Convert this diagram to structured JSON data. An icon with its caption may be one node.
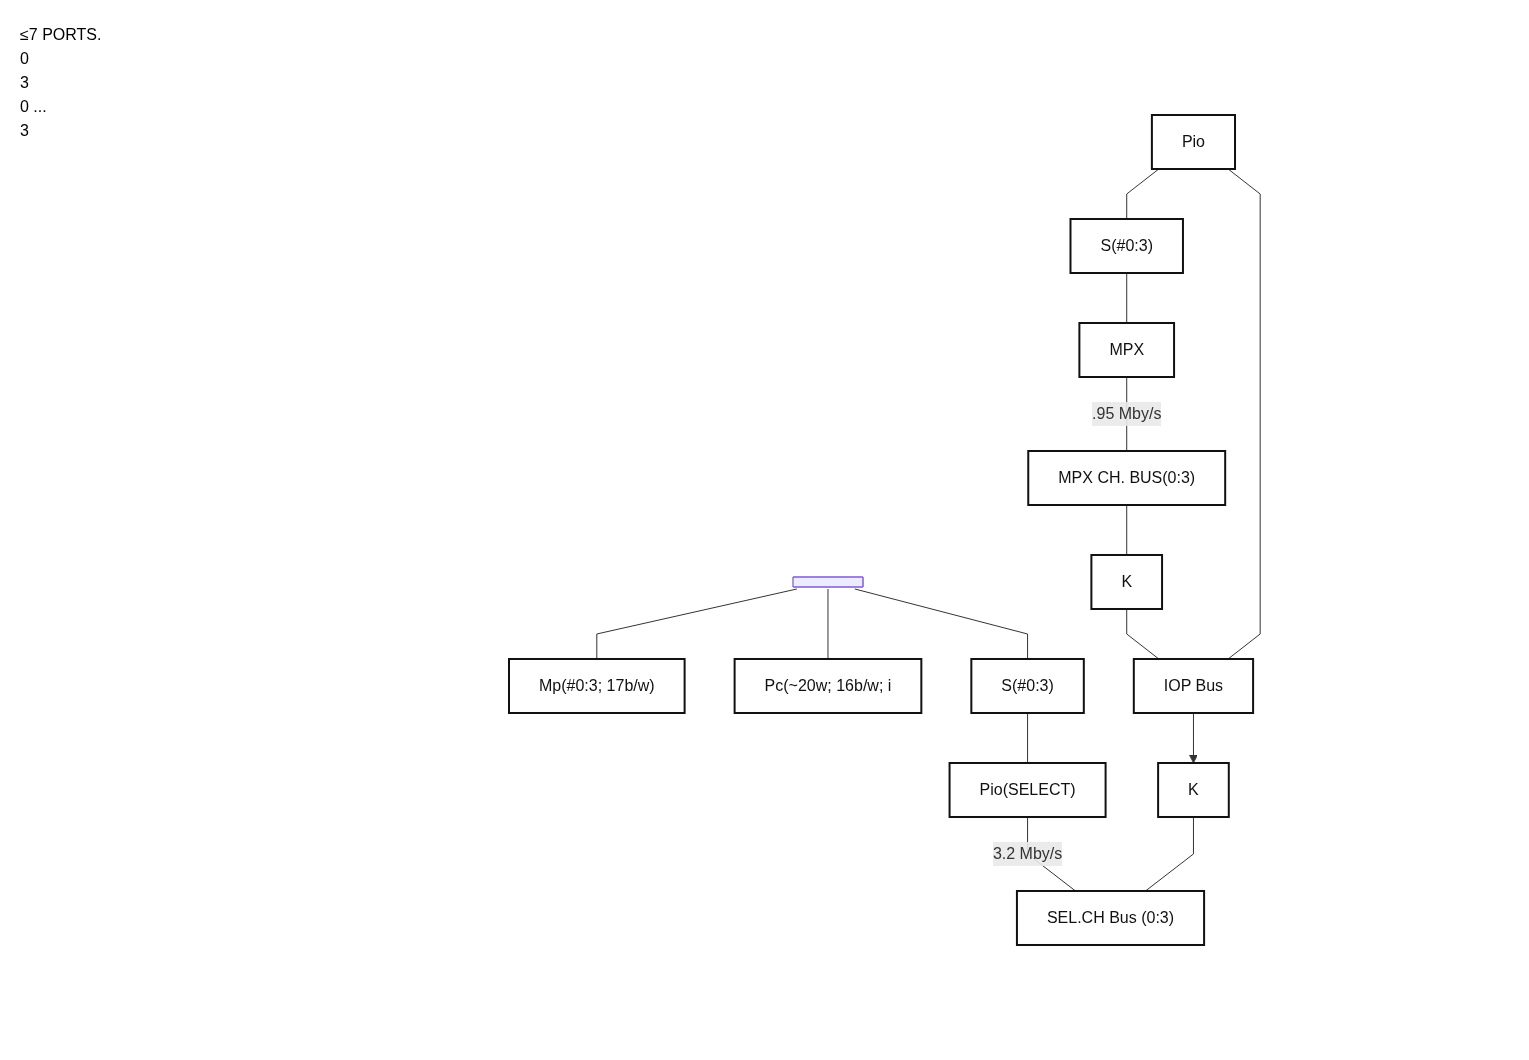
{
  "diagram": {
    "nodes": [
      {
        "text": [],
        "shape": "bar"
      },
      {
        "text": [
          "Mp(#0:3; 17b/w)"
        ]
      },
      {
        "text": [
          "Pc(~20w; 16b/w; i"
        ]
      },
      {
        "text": [
          "Pio"
        ]
      },
      {
        "text": [
          "S(#0:3)"
        ]
      },
      {
        "text": [
          "Pio(SELECT)"
        ]
      },
      {
        "text": [
          "S(#0:3)"
        ]
      },
      {
        "text": [
          "MPX"
        ]
      },
      {
        "text": [
          "K"
        ]
      },
      {
        "text": [
          "K"
        ]
      },
      {
        "text": [
          "MPX CH. BUS(0:3)"
        ]
      },
      {
        "text": [
          "IOP Bus"
        ]
      },
      {
        "text": [
          "SEL.CH Bus (0:3)"
        ]
      }
    ],
    "edges": [
      {
        "from": 0,
        "to": 1,
        "arrow": "none"
      },
      {
        "from": 0,
        "to": 2,
        "arrow": "none"
      },
      {
        "from": 0,
        "to": 4,
        "arrow": "none"
      },
      {
        "from": 4,
        "to": 5,
        "arrow": "none"
      },
      {
        "from": 3,
        "to": 6,
        "arrow": "none"
      },
      {
        "from": 3,
        "to": 11,
        "arrow": "none"
      },
      {
        "from": 6,
        "to": 7,
        "arrow": "none"
      },
      {
        "from": 7,
        "to": 10,
        "label": ".95 Mby/s",
        "arrow": "none"
      },
      {
        "from": 10,
        "to": 8,
        "arrow": "none"
      },
      {
        "from": 8,
        "to": 11,
        "arrow": "none"
      },
      {
        "from": 11,
        "to": 9,
        "arrow": "to"
      },
      {
        "from": 9,
        "to": 12,
        "arrow": "none"
      },
      {
        "from": 5,
        "to": 12,
        "label": "3.2 Mby/s",
        "arrow": "none"
      }
    ],
    "labels": [
      "≤7 PORTS.",
      "0",
      "3",
      "0 ...",
      "3"
    ]
  }
}
